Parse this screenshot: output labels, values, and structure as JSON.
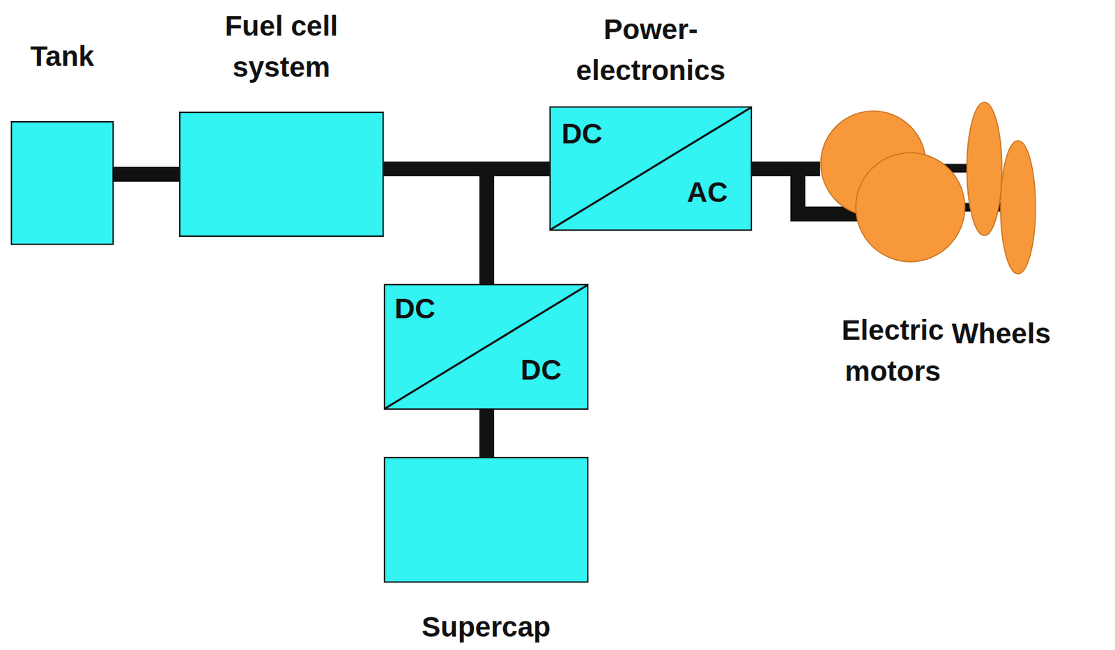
{
  "diagram": {
    "nodes": [
      {
        "text": [
          "Tank"
        ]
      },
      {
        "text": [
          "Fuel cell system"
        ]
      },
      {
        "text": [
          "Power- electronics",
          "DC",
          "AC"
        ]
      },
      {
        "text": [
          "DC",
          "DC"
        ]
      },
      {
        "text": [
          "Supercap"
        ]
      },
      {
        "text": [
          "Electric motors"
        ]
      },
      {
        "text": [
          "Wheels"
        ]
      }
    ],
    "edges": [
      {
        "from": 0,
        "to": 1,
        "arrow": "none"
      },
      {
        "from": 1,
        "to": 2,
        "arrow": "none"
      },
      {
        "from": 1,
        "to": 3,
        "arrow": "none"
      },
      {
        "from": 3,
        "to": 4,
        "arrow": "none"
      },
      {
        "from": 2,
        "to": 5,
        "arrow": "none"
      },
      {
        "from": 5,
        "to": 6,
        "arrow": "none"
      }
    ]
  }
}
